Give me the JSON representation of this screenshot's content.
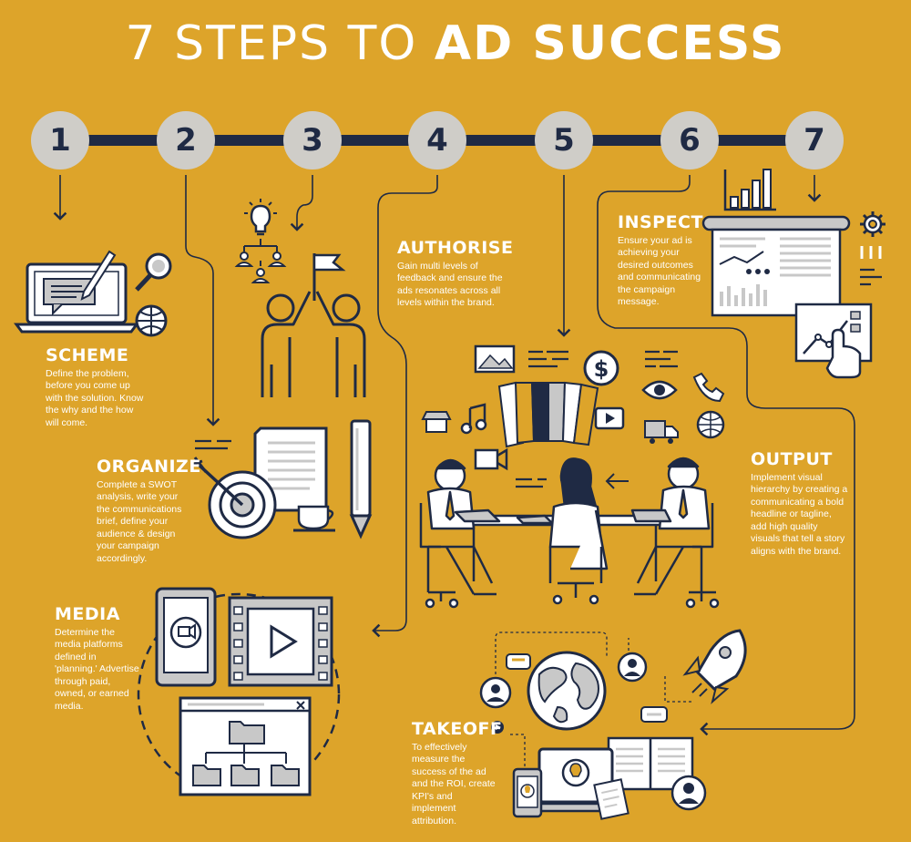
{
  "title": {
    "light": "7 STEPS TO ",
    "bold": "AD SUCCESS"
  },
  "steps": [
    "1",
    "2",
    "3",
    "4",
    "5",
    "6",
    "7"
  ],
  "sections": {
    "scheme": {
      "heading": "SCHEME",
      "description": "Define the problem, before you come up with the solution. Know the why and the how will come."
    },
    "organize": {
      "heading": "ORGANIZE",
      "description": "Complete a SWOT analysis, write your the communications brief, define your audience & design your campaign accordingly."
    },
    "media": {
      "heading": "MEDIA",
      "description": "Determine the media platforms defined in 'planning.' Advertise through paid, owned, or earned media."
    },
    "authorise": {
      "heading": "AUTHORISE",
      "description": "Gain multi levels of feedback and ensure the ads resonates across all levels within the brand."
    },
    "inspect": {
      "heading": "INSPECT",
      "description": "Ensure your ad is achieving your desired outcomes and communicating the campaign message."
    },
    "output": {
      "heading": "OUTPUT",
      "description": "Implement visual hierarchy by creating a communicating a bold headline or tagline, add high quality visuals that tell a story aligns with the brand."
    },
    "takeoff": {
      "heading": "TAKEOFF",
      "description": "To effectively measure the success of the ad and the ROI, create KPI's and implement attribution."
    }
  },
  "icons": [
    "laptop-icon",
    "magnifier-icon",
    "globe-icon",
    "lightbulb-icon",
    "org-chart-icon",
    "flag-icon",
    "high-five-icon",
    "target-icon",
    "document-icon",
    "pencil-icon",
    "coffee-cup-icon",
    "tablet-video-icon",
    "film-strip-icon",
    "browser-folder-icon",
    "dollar-icon",
    "eye-icon",
    "phone-icon",
    "truck-icon",
    "music-icon",
    "shop-icon",
    "camera-icon",
    "play-icon",
    "meeting-people-icon",
    "bar-chart-icon",
    "gear-icon",
    "report-board-icon",
    "touch-chart-icon",
    "rocket-icon",
    "world-icon",
    "user-icon",
    "book-icon",
    "smartphone-icon"
  ],
  "colors": {
    "background": "#DDA42A",
    "navy": "#1F2A44",
    "circle": "#CFCDC8",
    "white": "#FFFFFF",
    "gray": "#C8C8C8"
  }
}
